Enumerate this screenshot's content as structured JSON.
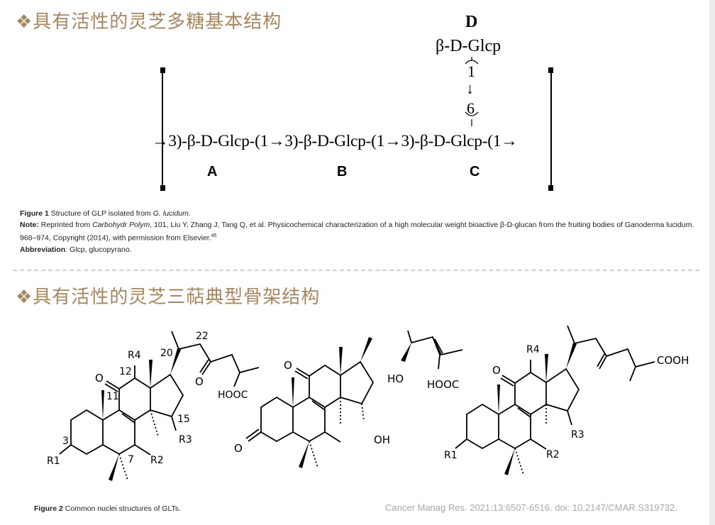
{
  "section1": {
    "title": "❖具有活性的灵芝多糖基本结构",
    "diagram": {
      "branch_label": "D",
      "branch_unit": "β-D-Glcp",
      "branch_pos_top": "1",
      "branch_arrow": "↓",
      "branch_pos_bottom": "6",
      "main_chain": "→3)-β-D-Glcp-(1→3)-β-D-Glcp-(1→3)-β-D-Glcp-(1→",
      "unit_labels": [
        "A",
        "B",
        "C"
      ]
    },
    "caption": {
      "figure_label": "Figure 1",
      "figure_text": "Structure of GLP isolated from ",
      "figure_species": "G. lucidum.",
      "note_label": "Note:",
      "note_pre": " Reprinted from ",
      "note_journal": "Carbohydr Polym",
      "note_text": ", 101, Liu Y, Zhang J, Tang Q, et al. Physicochemical characterization of a high molecular weight bioactive β-D-glucan from the fruiting bodies of Ganoderma lucidum. 968–974, Copyright (2014), with permission from Elsevier.",
      "note_ref": "45",
      "abbr_label": "Abbreviation",
      "abbr_text": ": Glcp, glucopyrano."
    }
  },
  "section2": {
    "title": "❖具有活性的灵芝三萜典型骨架结构",
    "structure1_labels": {
      "o11": "O",
      "r4": "R4",
      "n12": "12",
      "n11": "11",
      "n20": "20",
      "n22": "22",
      "o23": "O",
      "hooc": "HOOC",
      "n15": "15",
      "r3": "R3",
      "n3": "3",
      "r1": "R1",
      "n7": "7",
      "r2": "R2"
    },
    "structure2_labels": {
      "o11": "O",
      "o3": "O",
      "ho": "HO",
      "hooc": "HOOC",
      "oh": "OH"
    },
    "structure3_labels": {
      "o11": "O",
      "r4": "R4",
      "cooh": "COOH",
      "r3": "R3",
      "r1": "R1",
      "r2": "R2"
    },
    "caption": {
      "figure_label": "Figure 2",
      "figure_text": " Common nuclei structures of GLTs."
    },
    "citation": "Cancer Manag Res. 2021;13:6507-6516. doi: 10.2147/CMAR.S319732."
  }
}
